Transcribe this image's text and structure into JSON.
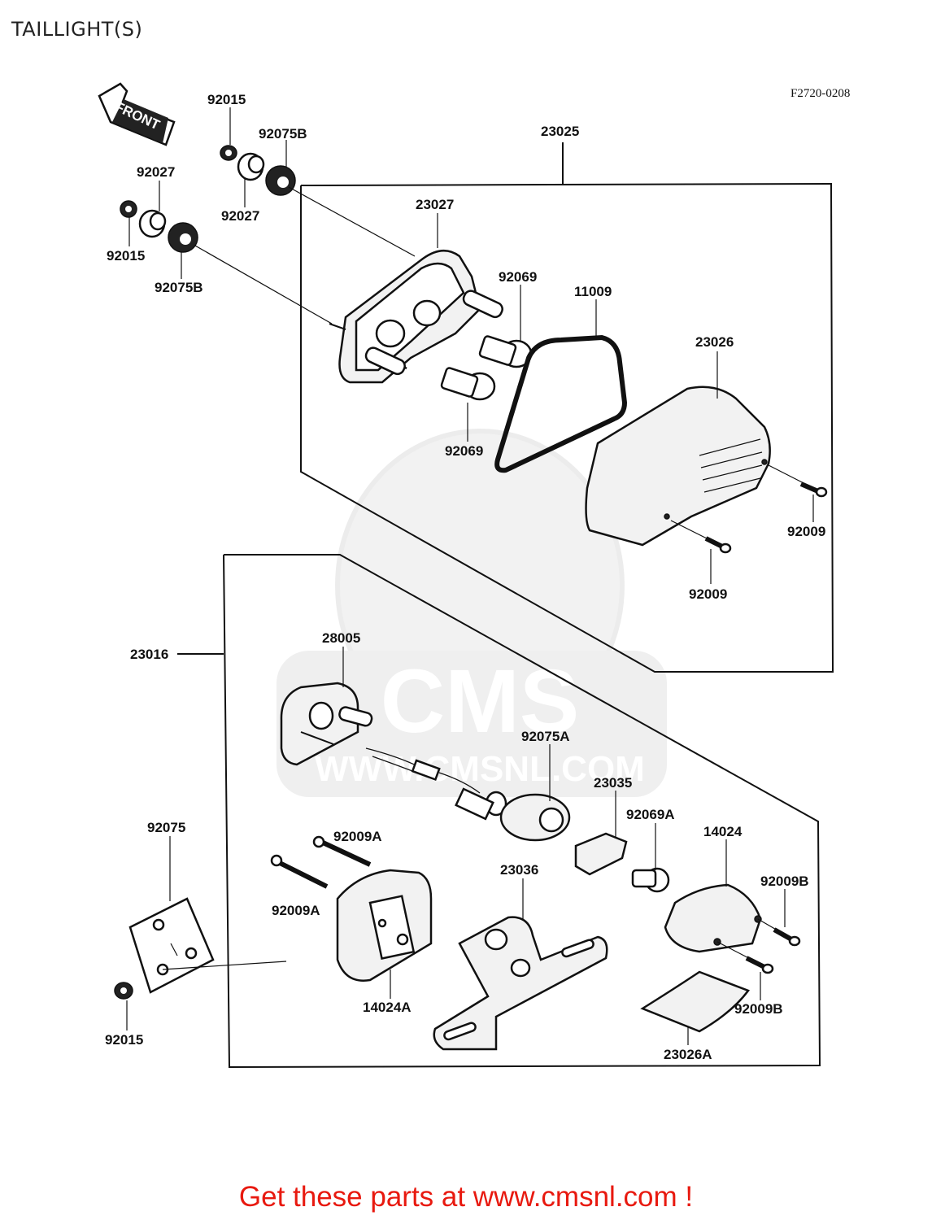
{
  "header": {
    "title": "TAILLIGHT(S)",
    "figure_code": "F2720-0208"
  },
  "front_arrow": {
    "text": "FRONT"
  },
  "watermark": {
    "text_main": "CMS",
    "text_url": "WWW.CMSNL.COM"
  },
  "labels": {
    "l_92015_a": "92015",
    "l_92075B_a": "92075B",
    "l_92027_a": "92027",
    "l_92027_b": "92027",
    "l_92015_b": "92015",
    "l_92075B_b": "92075B",
    "l_23025": "23025",
    "l_23027": "23027",
    "l_92069_a": "92069",
    "l_11009": "11009",
    "l_23026": "23026",
    "l_92069_b": "92069",
    "l_92009_a": "92009",
    "l_92009_b": "92009",
    "l_23016": "23016",
    "l_28005": "28005",
    "l_92075A": "92075A",
    "l_23035": "23035",
    "l_92069A": "92069A",
    "l_14024": "14024",
    "l_92075": "92075",
    "l_92009A_a": "92009A",
    "l_92009A_b": "92009A",
    "l_23036": "23036",
    "l_92009B_a": "92009B",
    "l_92009B_b": "92009B",
    "l_14024A": "14024A",
    "l_92015_c": "92015",
    "l_23026A": "23026A"
  },
  "footer": {
    "cta": "Get these parts at www.cmsnl.com !"
  },
  "colors": {
    "cta": "#e8190f",
    "line": "#111111",
    "watermark": "#e6e6e6"
  }
}
